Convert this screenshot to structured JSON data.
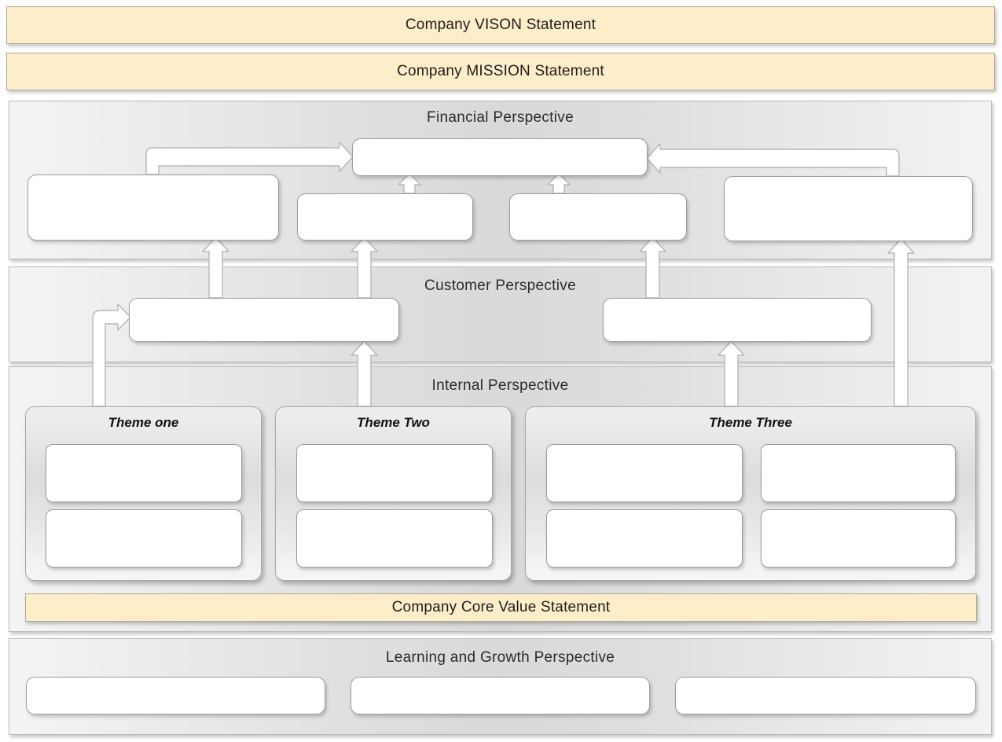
{
  "diagram": {
    "type": "strategy-map",
    "title_text_color": "#1d1d1d",
    "statement_fill": "#fdeec9",
    "band_border": "#b9b9b9",
    "node_fill": "#ffffff",
    "node_border": "#9c9c9c",
    "arrow_fill": "#ffffff",
    "arrow_border": "#b6b6b6"
  },
  "statements": {
    "vision": "Company VISON Statement",
    "mission": "Company MISSION Statement",
    "core_value": "Company Core Value Statement"
  },
  "perspectives": {
    "financial": {
      "title": "Financial  Perspective",
      "nodes": [
        {
          "id": "fin-top",
          "label": ""
        },
        {
          "id": "fin-left",
          "label": ""
        },
        {
          "id": "fin-mid1",
          "label": ""
        },
        {
          "id": "fin-mid2",
          "label": ""
        },
        {
          "id": "fin-right",
          "label": ""
        }
      ]
    },
    "customer": {
      "title": "Customer Perspective",
      "nodes": [
        {
          "id": "cust-left",
          "label": ""
        },
        {
          "id": "cust-right",
          "label": ""
        }
      ]
    },
    "internal": {
      "title": "Internal  Perspective",
      "themes": [
        {
          "id": "theme-one",
          "label": "Theme one",
          "nodes": [
            {
              "id": "t1-a",
              "label": ""
            },
            {
              "id": "t1-b",
              "label": ""
            }
          ]
        },
        {
          "id": "theme-two",
          "label": "Theme Two",
          "nodes": [
            {
              "id": "t2-a",
              "label": ""
            },
            {
              "id": "t2-b",
              "label": ""
            }
          ]
        },
        {
          "id": "theme-three",
          "label": "Theme Three",
          "nodes": [
            {
              "id": "t3-a",
              "label": ""
            },
            {
              "id": "t3-b",
              "label": ""
            },
            {
              "id": "t3-c",
              "label": ""
            },
            {
              "id": "t3-d",
              "label": ""
            }
          ]
        }
      ]
    },
    "learning": {
      "title": "Learning  and Growth Perspective",
      "nodes": [
        {
          "id": "lg-1",
          "label": ""
        },
        {
          "id": "lg-2",
          "label": ""
        },
        {
          "id": "lg-3",
          "label": ""
        }
      ]
    }
  },
  "connectors": [
    {
      "id": "c-fin-left-to-top",
      "from": "fin-left",
      "to": "fin-top",
      "kind": "elbow-right"
    },
    {
      "id": "c-fin-right-to-top",
      "from": "fin-right",
      "to": "fin-top",
      "kind": "elbow-left"
    },
    {
      "id": "c-fin-mid1-to-top",
      "from": "fin-mid1",
      "to": "fin-top",
      "kind": "up"
    },
    {
      "id": "c-fin-mid2-to-top",
      "from": "fin-mid2",
      "to": "fin-top",
      "kind": "up"
    },
    {
      "id": "c-cust-left-to-finleft",
      "from": "cust-left",
      "to": "fin-left",
      "kind": "up"
    },
    {
      "id": "c-cust-left-to-finmid1",
      "from": "cust-left",
      "to": "fin-mid1",
      "kind": "up"
    },
    {
      "id": "c-cust-right-to-finmid2",
      "from": "cust-right",
      "to": "fin-mid2",
      "kind": "up"
    },
    {
      "id": "c-theme3-to-finright",
      "from": "theme-three",
      "to": "fin-right",
      "kind": "up-long"
    },
    {
      "id": "c-theme1-to-custleft",
      "from": "theme-one",
      "to": "cust-left",
      "kind": "elbow-up-right"
    },
    {
      "id": "c-theme2-to-custleft",
      "from": "theme-two",
      "to": "cust-left",
      "kind": "up"
    },
    {
      "id": "c-theme3-to-custright",
      "from": "theme-three",
      "to": "cust-right",
      "kind": "up"
    }
  ]
}
